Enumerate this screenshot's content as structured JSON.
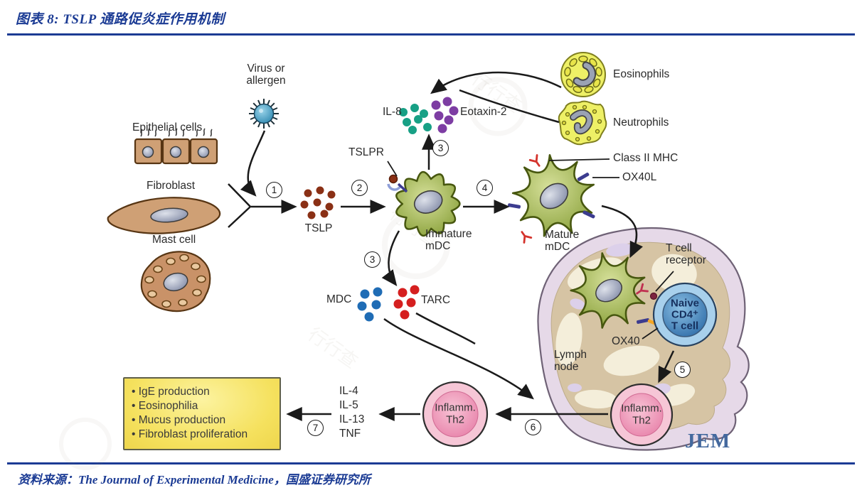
{
  "header": {
    "title": "图表 8: TSLP 通路促炎症作用机制"
  },
  "footer": {
    "source": "资料来源：The Journal of Experimental Medicine，国盛证券研究所"
  },
  "watermark": "行行查",
  "labels": {
    "virus": [
      "Virus or",
      "allergen"
    ],
    "epithelial": "Epithelial cells",
    "fibroblast": "Fibroblast",
    "mast": "Mast cell",
    "tslp": "TSLP",
    "tslpr": "TSLPR",
    "il8": "IL-8",
    "eotaxin2": "Eotaxin-2",
    "eosinophils": "Eosinophils",
    "neutrophils": "Neutrophils",
    "immature": [
      "Immature",
      "mDC"
    ],
    "class_ii_mhc": "Class II MHC",
    "ox40l": "OX40L",
    "mature": [
      "Mature",
      "mDC"
    ],
    "mdc": "MDC",
    "tarc": "TARC",
    "tcr": [
      "T cell",
      "receptor"
    ],
    "naive": [
      "Naive",
      "CD4⁺",
      "T cell"
    ],
    "ox40": "OX40",
    "lymph": [
      "Lymph",
      "node"
    ],
    "th2": [
      "Inflamm.",
      "Th2"
    ],
    "jem": "JEM"
  },
  "steps": {
    "s1": "1",
    "s2": "2",
    "s3": "3",
    "s4": "4",
    "s5": "5",
    "s6": "6",
    "s7": "7"
  },
  "cytokines": [
    "IL-4",
    "IL-5",
    "IL-13",
    "TNF"
  ],
  "outcomes": [
    "IgE production",
    "Eosinophilia",
    "Mucus production",
    "Fibroblast proliferation"
  ],
  "colors": {
    "title_blue": "#1b3b94",
    "jem_blue": "#44699e",
    "box_yellow": "#f5e15e",
    "dc_green": "#8ca33e",
    "tcell_blue": "#2e6ca8",
    "th2_pink": "#e884ab",
    "tslp_brown": "#8a3015",
    "il8_teal": "#17a085",
    "eotaxin_purple": "#7d3da3",
    "mdc_dot_blue": "#1f6cb5",
    "tarc_red": "#d51f1f",
    "ox40_orange": "#f5a623",
    "mhc_red": "#d4332c",
    "ox40l_navy": "#3c3c8f",
    "granulocyte_yellow": "#eef066",
    "cell_brown": "#cfa075",
    "lymph_lavender": "#e6d9e8",
    "lymph_tan": "#d6c4a4"
  }
}
